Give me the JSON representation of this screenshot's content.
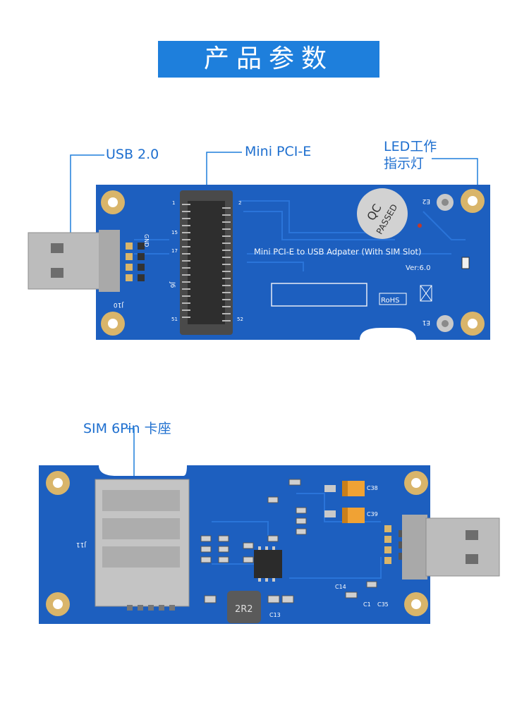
{
  "title": "产品参数",
  "callouts": {
    "usb": "USB 2.0",
    "pcie": "Mini PCI-E",
    "led_line1": "LED工作",
    "led_line2": "指示灯",
    "sim": "SIM 6Pin 卡座"
  },
  "board_top": {
    "silk_main": "Mini PCI-E to USB Adpater (With SIM Slot)",
    "version": "Ver:6.0",
    "qc_line1": "QC",
    "qc_line2": "PASSED",
    "rohs": "RoHS",
    "j6": "J6",
    "j10": "J10",
    "e2": "E2",
    "e1": "E1",
    "gnd": "GND",
    "pin1": "1",
    "pin2": "2",
    "pin15": "15",
    "pin17": "17",
    "pin51": "51",
    "pin52": "52"
  },
  "board_bottom": {
    "inductor": "2R2",
    "j11": "J11",
    "c13": "C13",
    "c1": "C1",
    "c35": "C35",
    "c38": "C38",
    "c39": "C39",
    "c14": "C14"
  },
  "colors": {
    "pcb_blue": "#1d5fbf",
    "accent": "#1e7fdc",
    "pad_gold": "#d9b56a"
  }
}
